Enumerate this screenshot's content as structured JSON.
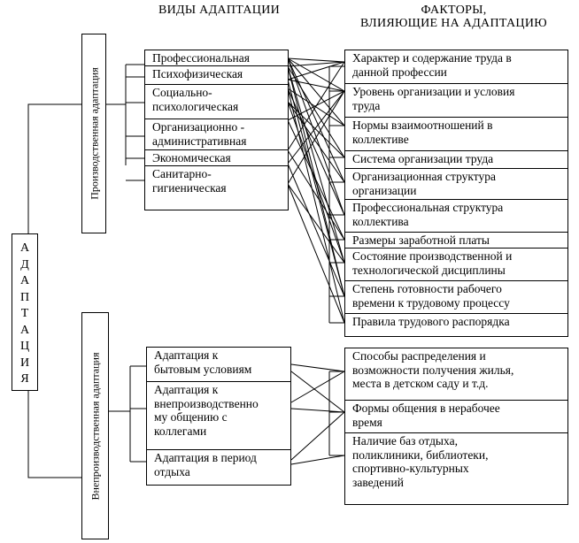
{
  "headers": {
    "types": "ВИДЫ АДАПТАЦИИ",
    "factors_line1": "ФАКТОРЫ,",
    "factors_line2": "ВЛИЯЮЩИЕ НА АДАПТАЦИЮ"
  },
  "root": {
    "letters": [
      "А",
      "Д",
      "А",
      "П",
      "Т",
      "А",
      "Ц",
      "И",
      "Я"
    ]
  },
  "branches": {
    "production": "Производственная адаптация",
    "nonproduction": "Внепроизводственная адаптация"
  },
  "production_types": [
    [
      "Профессиональная"
    ],
    [
      "Психофизическая"
    ],
    [
      "Социально-",
      "психологическая"
    ],
    [
      "Организационно -",
      "административная"
    ],
    [
      "Экономическая"
    ],
    [
      "Санитарно-",
      "гигиеническая"
    ]
  ],
  "production_factors": [
    [
      "Характер и содержание труда в",
      "данной профессии"
    ],
    [
      "Уровень организации и условия",
      "труда"
    ],
    [
      "Нормы взаимоотношений в",
      "коллективе"
    ],
    [
      "Система организации труда"
    ],
    [
      "Организационная структура",
      "организации"
    ],
    [
      "Профессиональная структура",
      "коллектива"
    ],
    [
      "Размеры заработной платы"
    ],
    [
      "Состояние производственной и",
      "технологической дисциплины"
    ],
    [
      "Степень готовности рабочего",
      "времени к трудовому процессу"
    ],
    [
      "Правила трудового распорядка"
    ]
  ],
  "nonproduction_types": [
    [
      "Адаптация к",
      "бытовым условиям"
    ],
    [
      "Адаптация к",
      "внепроизводственно",
      "му общению с",
      "коллегами"
    ],
    [
      "Адаптация в период",
      "отдыха"
    ]
  ],
  "nonproduction_factors": [
    [
      "Способы распределения и",
      "возможности получения жилья,",
      "места в детском саду и т.д."
    ],
    [
      "Формы общения в нерабочее",
      "время"
    ],
    [
      "Наличие баз отдыха,",
      "поликлиники, библиотеки,",
      "спортивно-культурных",
      "заведений"
    ]
  ]
}
